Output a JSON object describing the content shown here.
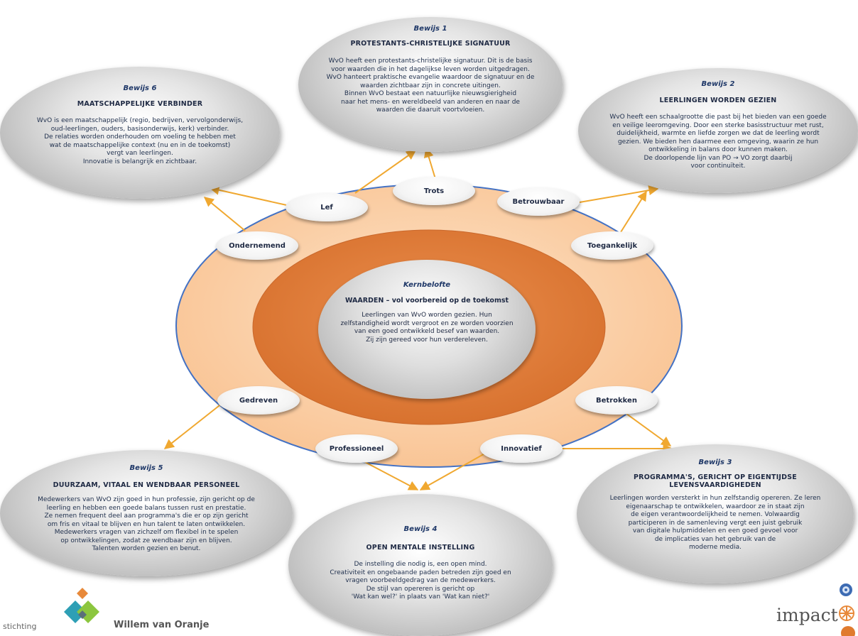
{
  "core": {
    "kicker": "Kernbelofte",
    "title": "WAARDEN – vol voorbereid op de toekomst",
    "lines": [
      "Leerlingen van WvO worden gezien. Hun",
      "zelfstandigheid wordt vergroot en ze worden voorzien",
      "van een goed ontwikkeld besef van waarden.",
      "Zij zijn gereed voor hun verdereleven."
    ]
  },
  "values": [
    "Trots",
    "Lef",
    "Betrouwbaar",
    "Ondernemend",
    "Toegankelijk",
    "Gedreven",
    "Betrokken",
    "Professioneel",
    "Innovatief"
  ],
  "bewijzen": [
    {
      "kicker": "Bewijs 1",
      "title": [
        "PROTESTANTS-CHRISTELIJKE SIGNATUUR"
      ],
      "lines": [
        "WvO heeft een protestants-christelijke signatuur. Dit is de basis",
        "voor waarden die in het dagelijkse leven worden uitgedragen.",
        "WvO hanteert praktische evangelie waardoor de signatuur en de",
        "waarden zichtbaar zijn in concrete uitingen.",
        "Binnen WvO bestaat een natuurlijke nieuwsgierigheid",
        "naar het mens- en wereldbeeld van anderen en naar de",
        "waarden die daaruit voortvloeien."
      ]
    },
    {
      "kicker": "Bewijs 2",
      "title": [
        "LEERLINGEN WORDEN GEZIEN"
      ],
      "lines": [
        "WvO heeft een schaalgrootte die past bij het bieden van een goede",
        "en veilige leeromgeving. Door een sterke basisstructuur met rust,",
        "duidelijkheid, warmte en liefde zorgen we dat de leerling wordt",
        "gezien. We bieden hen daarmee een omgeving, waarin ze hun",
        "ontwikkeling in balans door kunnen maken.",
        "De doorlopende lijn van PO → VO zorgt daarbij",
        "voor continuïteit."
      ]
    },
    {
      "kicker": "Bewijs 3",
      "title": [
        "PROGRAMMA'S, GERICHT OP EIGENTIJDSE",
        "LEVENSVAARDIGHEDEN"
      ],
      "lines": [
        "Leerlingen worden versterkt in hun zelfstandig opereren. Ze leren",
        "eigenaarschap te ontwikkelen, waardoor ze in staat zijn",
        "de eigen verantwoordelijkheid te nemen. Volwaardig",
        "participeren in de samenleving vergt een juist gebruik",
        "van digitale hulpmiddelen en een goed gevoel voor",
        "de implicaties van het gebruik van de",
        "moderne media."
      ]
    },
    {
      "kicker": "Bewijs 4",
      "title": [
        "OPEN MENTALE INSTELLING"
      ],
      "lines": [
        "De instelling die nodig is, een open mind.",
        "Creativiteit en ongebaande paden betreden zijn goed en",
        "vragen voorbeeldgedrag van de medewerkers.",
        "De stijl van opereren is gericht op",
        "'Wat kan wel?' in plaats van 'Wat kan niet?'"
      ]
    },
    {
      "kicker": "Bewijs 5",
      "title": [
        "DUURZAAM, VITAAL EN WENDBAAR PERSONEEL"
      ],
      "lines": [
        "Medewerkers van WvO zijn goed in hun professie, zijn gericht op de",
        "leerling en hebben een goede balans tussen rust en prestatie.",
        "Ze nemen frequent deel aan programma's die er op zijn gericht",
        "om fris en vitaal te blijven en hun talent te laten ontwikkelen.",
        "Medewerkers vragen van zichzelf om flexibel in te spelen",
        "op ontwikkelingen, zodat ze wendbaar zijn en blijven.",
        "Talenten worden gezien en benut."
      ]
    },
    {
      "kicker": "Bewijs 6",
      "title": [
        "MAATSCHAPPELIJKE VERBINDER"
      ],
      "lines": [
        "WvO is een maatschappelijk (regio, bedrijven, vervolgonderwijs,",
        "oud-leerlingen, ouders, basisonderwijs, kerk) verbinder.",
        "De relaties worden onderhouden om voeling te hebben met",
        "wat de maatschappelijke context (nu en in de toekomst)",
        "vergt van leerlingen.",
        "Innovatie is belangrijk en zichtbaar."
      ]
    }
  ],
  "logos": {
    "stichting": "stichting",
    "name": "Willem van Oranje",
    "impact": "impact"
  },
  "colors": {
    "outer_ring": "#fcd0a8",
    "outer_stroke": "#4472c4",
    "inner_ring": "#e37f3d",
    "arrows": "#f0a830",
    "bubble": "#c8c8c8"
  }
}
